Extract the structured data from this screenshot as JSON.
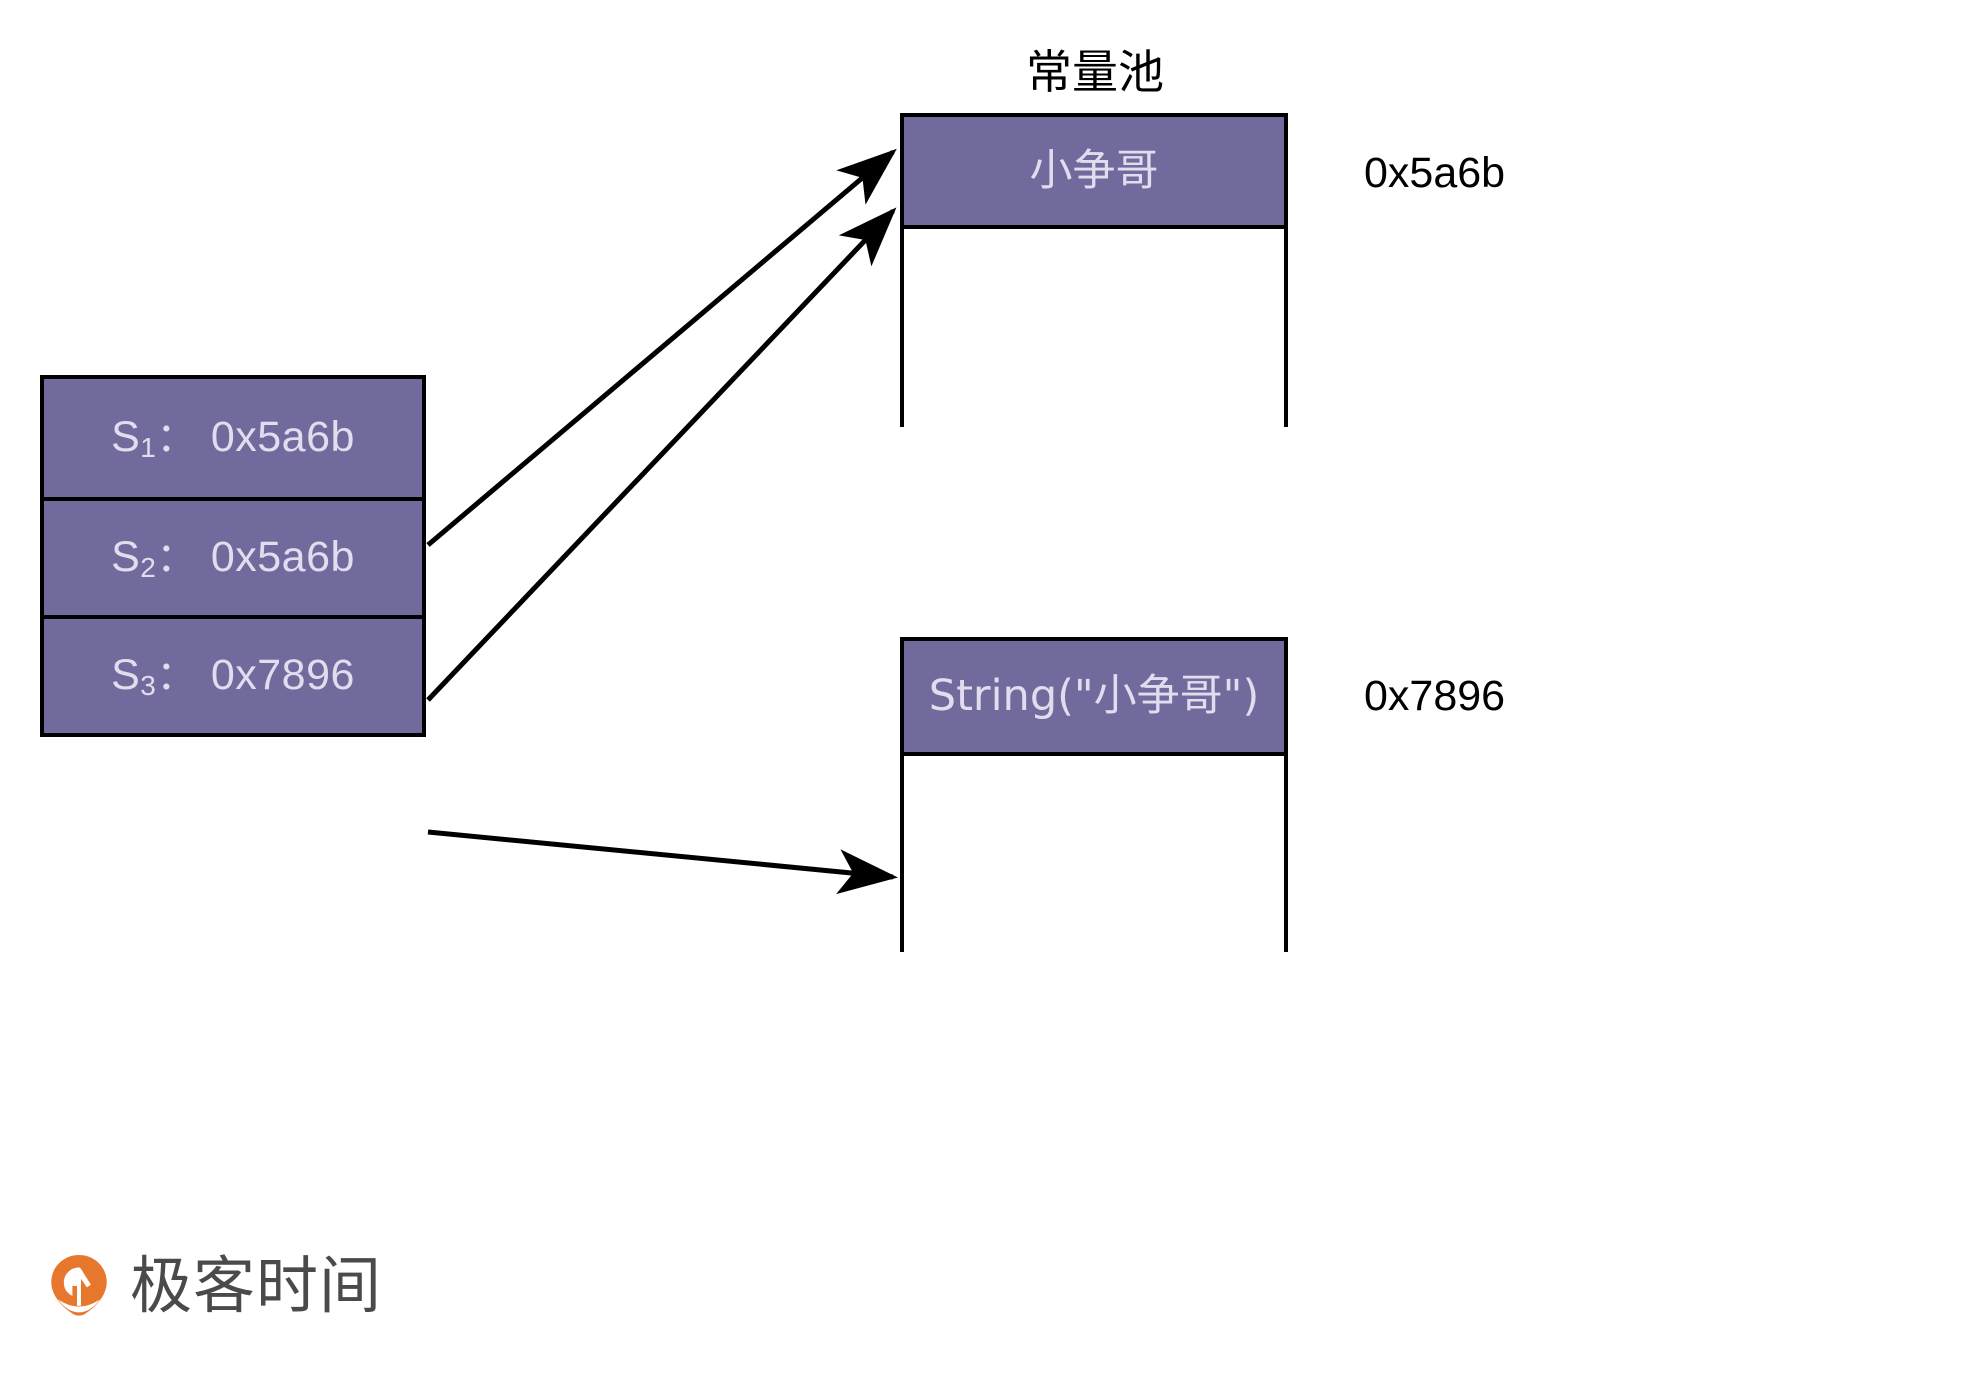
{
  "diagram": {
    "title": "常量池",
    "colors": {
      "block_fill": "#706B9C",
      "block_text": "#E2DCEE",
      "stroke": "#000000",
      "background": "#FFFFFF",
      "brand_orange": "#E8772E",
      "brand_gray": "#4A4A4A"
    },
    "variables": [
      {
        "name": "S",
        "subscript": "1",
        "separator": "：",
        "address": "0x5a6b"
      },
      {
        "name": "S",
        "subscript": "2",
        "separator": "：",
        "address": "0x5a6b"
      },
      {
        "name": "S",
        "subscript": "3",
        "separator": "：",
        "address": "0x7896"
      }
    ],
    "pool_entries": [
      {
        "content": "小争哥",
        "address_label": "0x5a6b"
      },
      {
        "content": "String(\"小争哥\")",
        "address_label": "0x7896"
      }
    ],
    "arrows": [
      {
        "from": "S1",
        "to": "pool-entry-1"
      },
      {
        "from": "S2",
        "to": "pool-entry-1"
      },
      {
        "from": "S3",
        "to": "pool-entry-2"
      }
    ]
  },
  "brand": {
    "name": "极客时间",
    "mark": "geektime-logo-icon"
  }
}
